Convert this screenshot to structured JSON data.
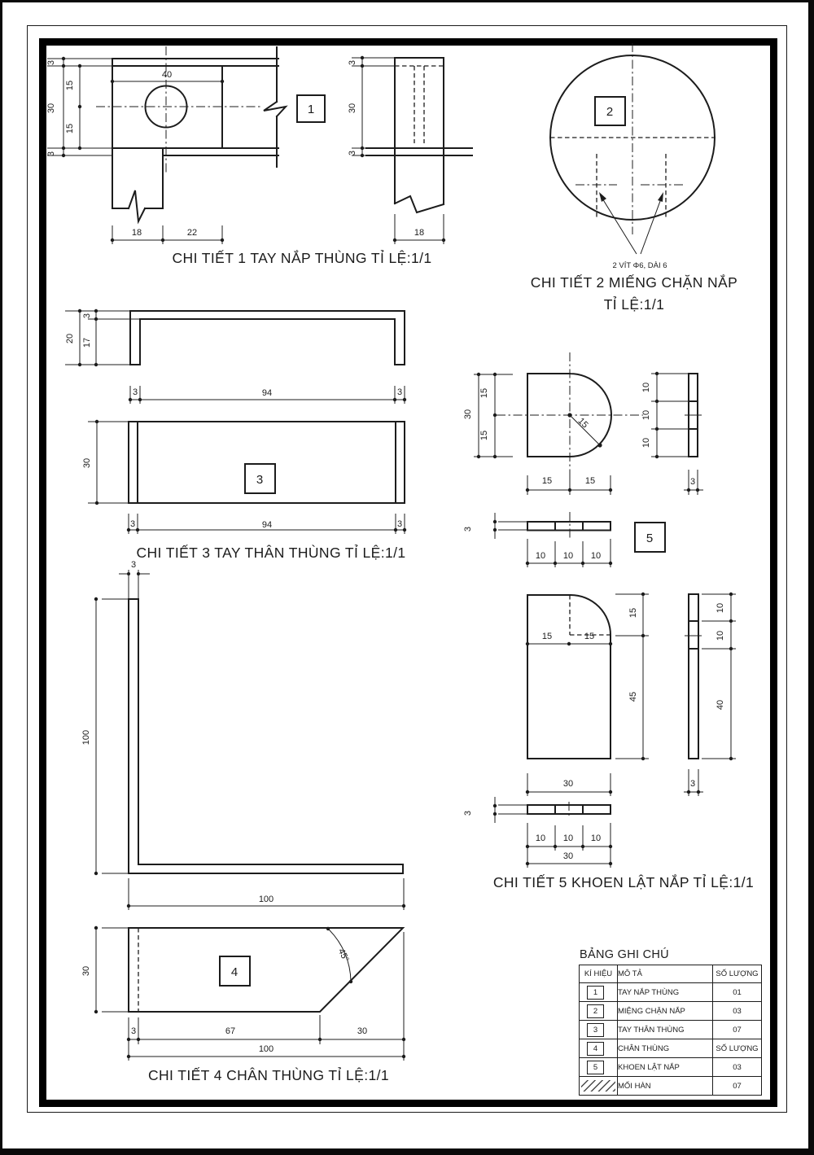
{
  "details": {
    "d1": {
      "label": "1",
      "title": "CHI TIẾT 1 TAY NẮP THÙNG TỈ LỆ:1/1",
      "dims": [
        "3",
        "15",
        "30",
        "15",
        "3",
        "40",
        "18",
        "22",
        "3",
        "30",
        "3",
        "18"
      ]
    },
    "d2": {
      "label": "2",
      "note": "2 VÍT Φ6, DÀI 6",
      "title_line1": "CHI TIẾT 2 MIẾNG CHẶN NẮP",
      "title_line2": "TỈ LỆ:1/1"
    },
    "d3": {
      "label": "3",
      "title": "CHI TIẾT 3 TAY THÂN THÙNG TỈ LỆ:1/1",
      "dims": [
        "3",
        "17",
        "20",
        "3",
        "94",
        "3",
        "30",
        "3",
        "94",
        "3"
      ]
    },
    "d4": {
      "label": "4",
      "title": "CHI TIẾT 4 CHÂN THÙNG TỈ LỆ:1/1",
      "dims": [
        "3",
        "100",
        "100",
        "30",
        "45°",
        "3",
        "67",
        "30",
        "100"
      ]
    },
    "d5": {
      "label": "5",
      "title": "CHI TIẾT 5 KHOEN LẬT NẮP TỈ LỆ:1/1",
      "upper": [
        "15",
        "15",
        "30",
        "15",
        "15",
        "15",
        "10",
        "10",
        "10",
        "3",
        "3",
        "10",
        "10",
        "10"
      ],
      "lower": [
        "15",
        "15",
        "15",
        "45",
        "10",
        "10",
        "40",
        "3",
        "30",
        "3",
        "10",
        "10",
        "10",
        "30"
      ]
    }
  },
  "legend": {
    "title": "BẢNG GHI CHÚ",
    "headers": [
      "KÍ HIỆU",
      "MÔ TẢ",
      "SỐ LƯỢNG"
    ],
    "rows": [
      {
        "symbol": "1",
        "desc": "TAY NẮP THÙNG",
        "qty": "01"
      },
      {
        "symbol": "2",
        "desc": "MIỆNG CHẶN NẮP",
        "qty": "03"
      },
      {
        "symbol": "3",
        "desc": "TAY THÂN THÙNG",
        "qty": "07"
      },
      {
        "symbol": "4",
        "desc": "CHÂN THÙNG",
        "qty": "SỐ LƯỢNG"
      },
      {
        "symbol": "5",
        "desc": "KHOEN LẬT NẮP",
        "qty": "03"
      },
      {
        "symbol": "",
        "desc": "MỐI HÀN",
        "qty": "07"
      }
    ]
  }
}
